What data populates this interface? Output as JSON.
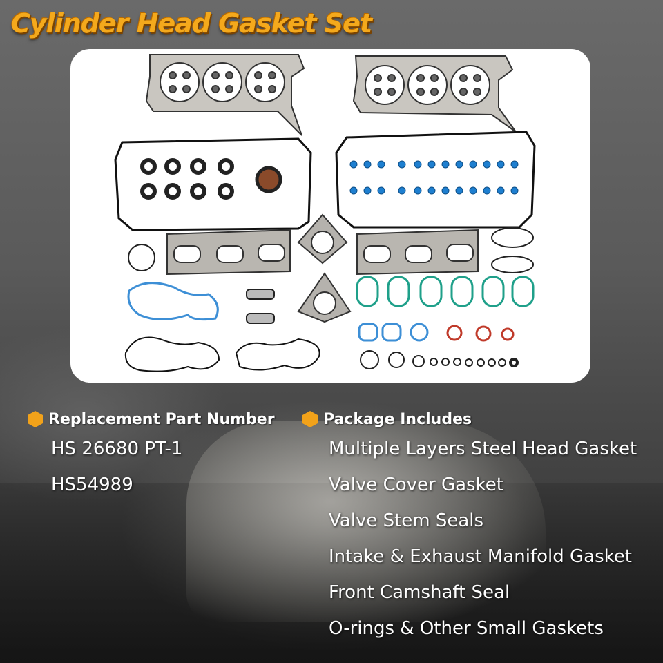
{
  "title": "Cylinder Head Gasket Set",
  "accent_color": "#f2a21a",
  "part_number": {
    "heading": "Replacement Part Number",
    "icon": "hexagon-bullet-icon",
    "values": [
      "HS 26680 PT-1",
      "HS54989"
    ]
  },
  "package": {
    "heading": "Package Includes",
    "icon": "hexagon-bullet-icon",
    "items": [
      "Multiple Layers Steel Head Gasket",
      "Valve Cover Gasket",
      "Valve Stem Seals",
      "Intake & Exhaust Manifold Gasket",
      "Front Camshaft Seal",
      "O-rings & Other Small Gaskets"
    ]
  }
}
